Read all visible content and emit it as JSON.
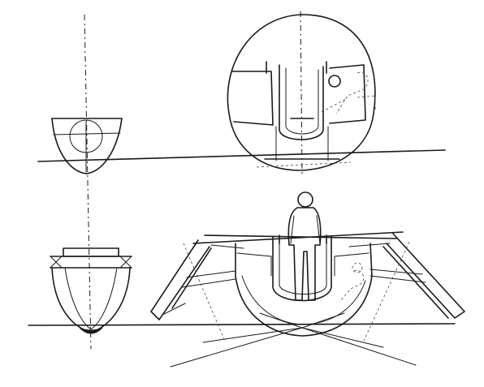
{
  "drawing": {
    "ink_color": "#1a1a1a",
    "paper_color": "#ffffff",
    "views": [
      {
        "name": "small-hull-section-upper"
      },
      {
        "name": "large-round-hull-section"
      },
      {
        "name": "small-hull-section-lower"
      },
      {
        "name": "hull-with-outrigger-legs"
      }
    ],
    "figure": {
      "type": "standing-person"
    }
  }
}
